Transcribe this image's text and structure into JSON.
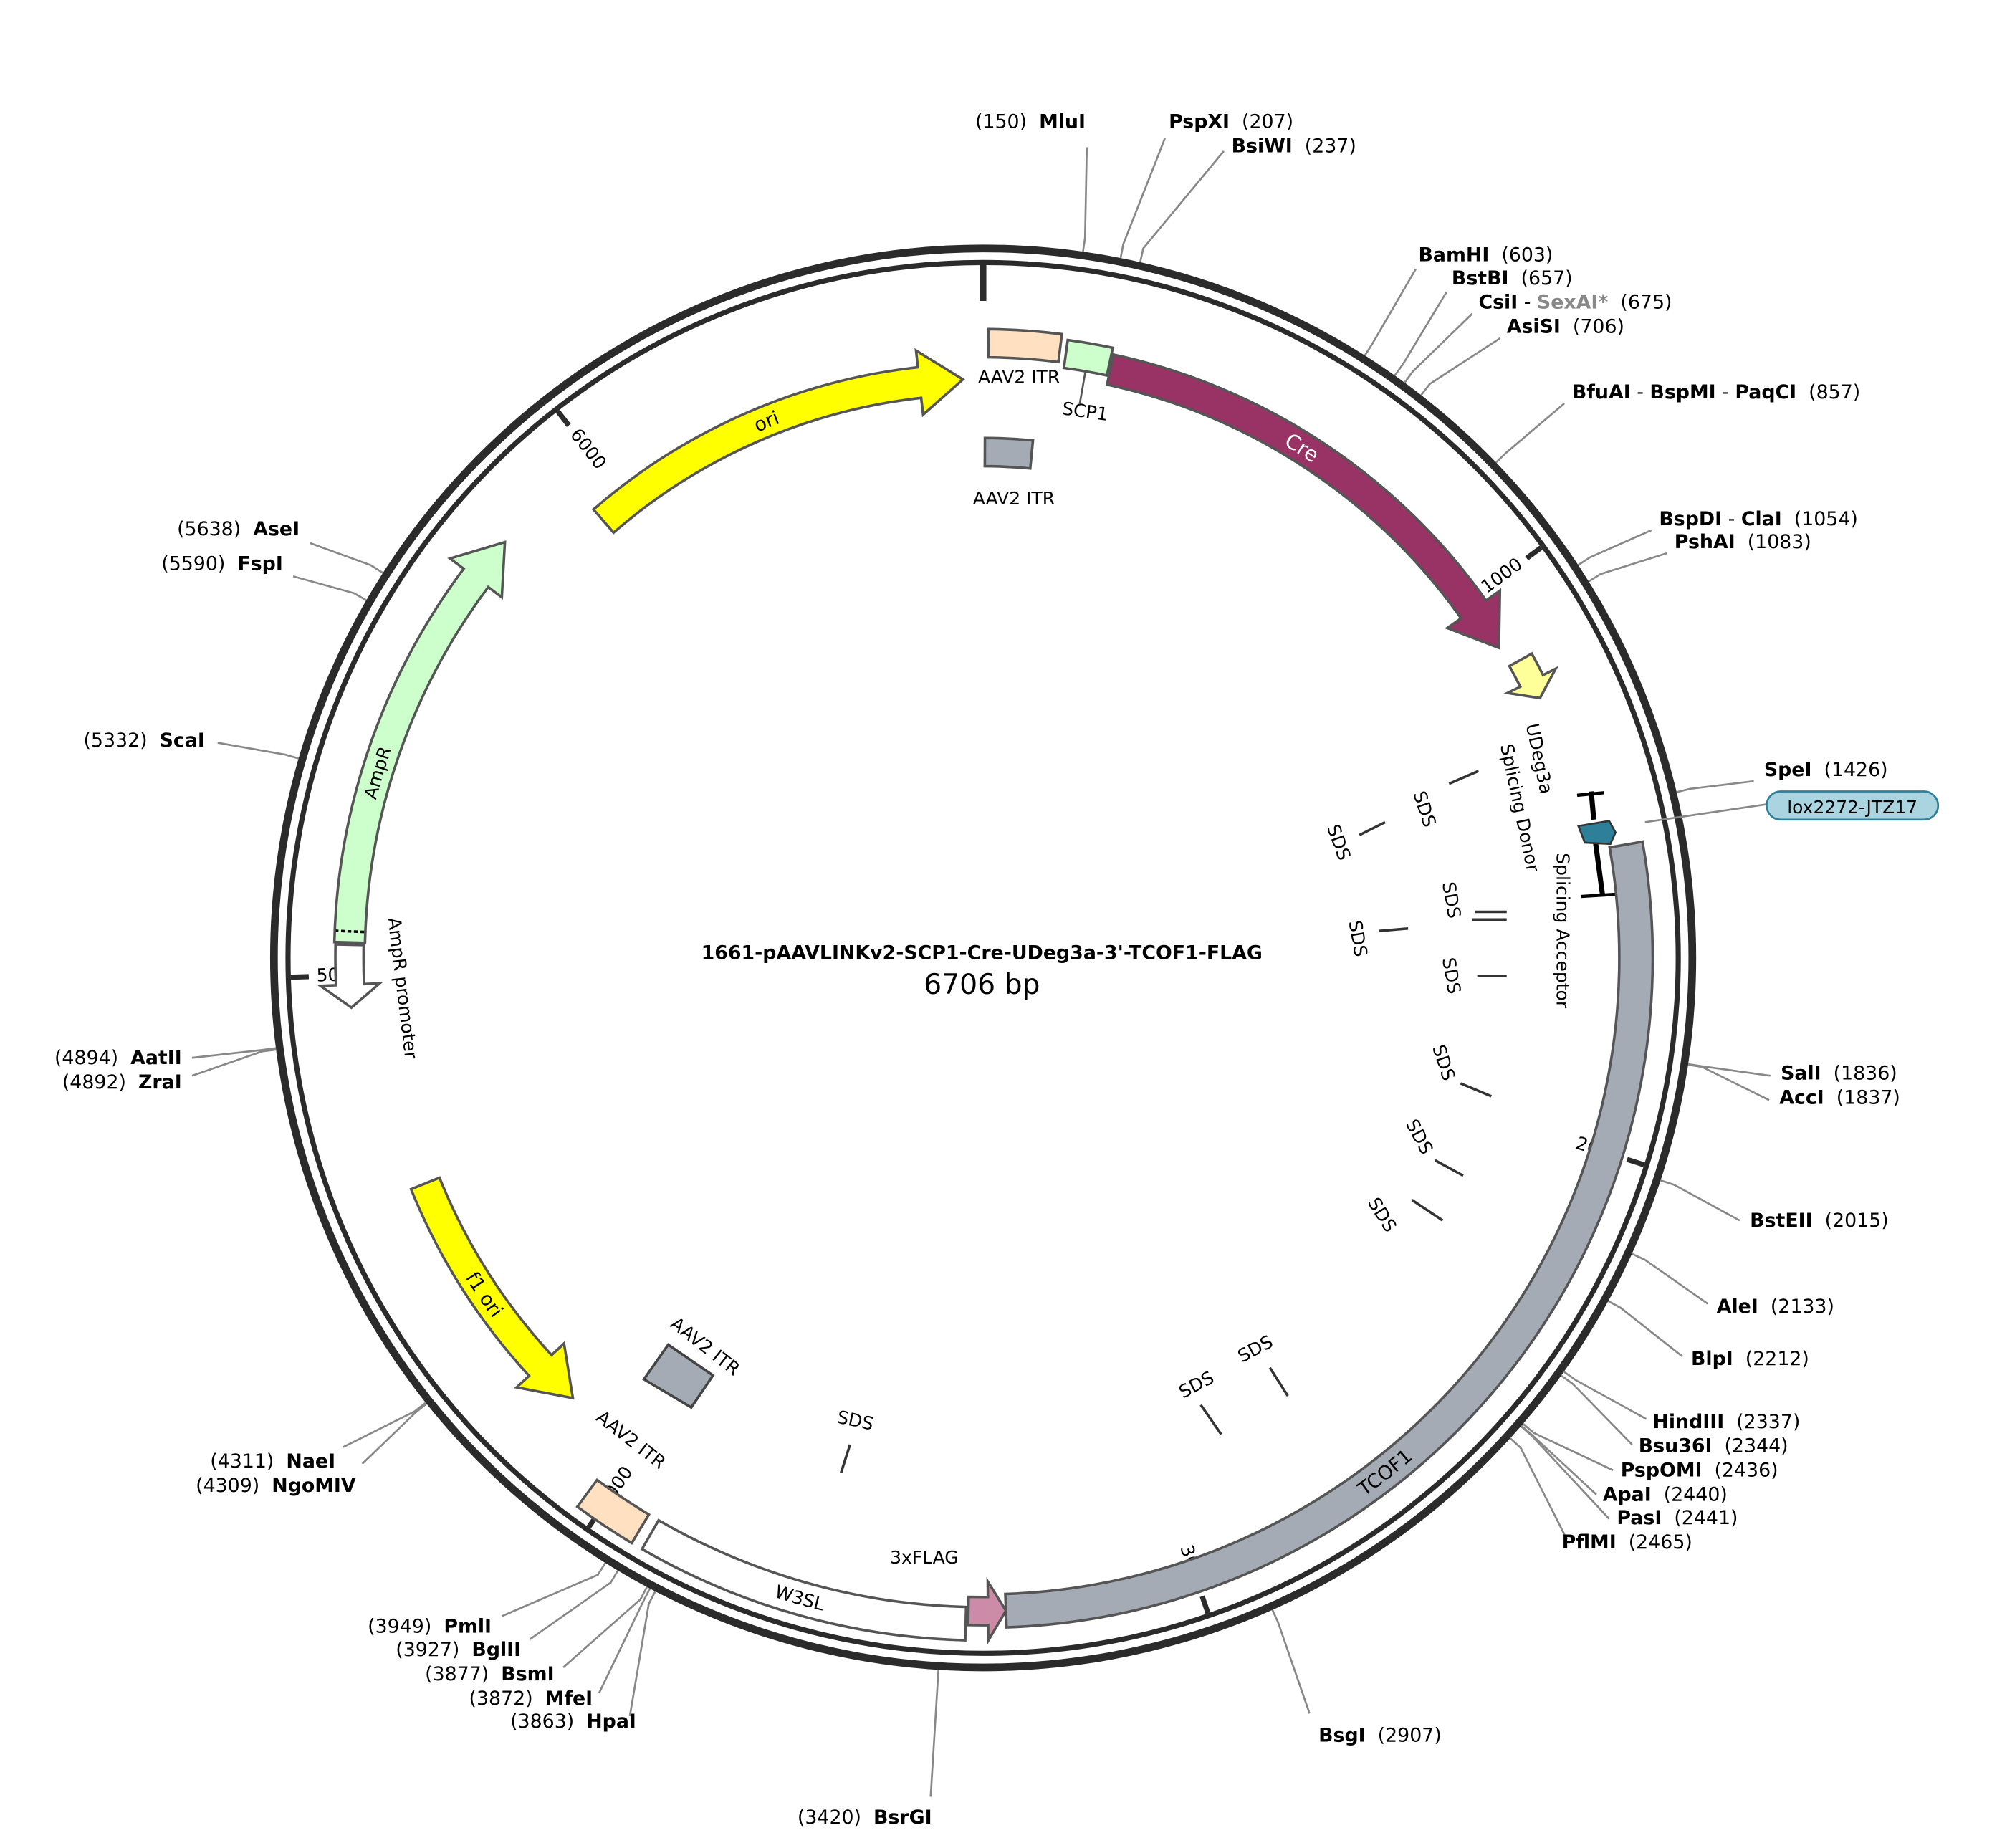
{
  "plasmid": {
    "name": "1661-pAAVLINKv2-SCP1-Cre-UDeg3a-3'-TCOF1-FLAG",
    "length_label": "6706 bp",
    "length": 6706
  },
  "ticks": [
    "1000",
    "2000",
    "3000",
    "4000",
    "5000",
    "6000"
  ],
  "features": [
    {
      "id": "ori",
      "label": "ori",
      "color": "#ffff00",
      "text_color": "#000000"
    },
    {
      "id": "aav2-itr-top",
      "label": "AAV2 ITR",
      "color": "#ffe0c0"
    },
    {
      "id": "scp1",
      "label": "SCP1",
      "color": "#ccffcc"
    },
    {
      "id": "aav2-itr-top-gray",
      "label": "AAV2 ITR",
      "color": "#a5abb4"
    },
    {
      "id": "cre",
      "label": "Cre",
      "color": "#993366",
      "text_color": "#ffffff"
    },
    {
      "id": "udeg3a",
      "label": "UDeg3a",
      "color": "#ffff99"
    },
    {
      "id": "splicing-donor",
      "label": "Splicing Donor"
    },
    {
      "id": "lox2272",
      "label": "lox2272-JTZ17",
      "color": "#2e7f9a"
    },
    {
      "id": "splicing-acceptor",
      "label": "Splicing Acceptor"
    },
    {
      "id": "tcof1",
      "label": "TCOF1",
      "color": "#a5abb4"
    },
    {
      "id": "flag",
      "label": "3xFLAG",
      "color": "#cc8ca8"
    },
    {
      "id": "w3sl",
      "label": "W3SL",
      "color": "#ffffff"
    },
    {
      "id": "aav2-itr-bottom",
      "label": "AAV2 ITR",
      "color": "#ffe0c0"
    },
    {
      "id": "aav2-itr-bottom-gray",
      "label": "AAV2 ITR",
      "color": "#a5abb4"
    },
    {
      "id": "f1-ori",
      "label": "f1 ori",
      "color": "#ffff00"
    },
    {
      "id": "ampr-promoter",
      "label": "AmpR promoter",
      "color": "#ffffff"
    },
    {
      "id": "ampr",
      "label": "AmpR",
      "color": "#ccffcc"
    }
  ],
  "sds_label": "SDS",
  "sites": [
    {
      "id": "mlui",
      "parts": [
        {
          "t": "(150)  "
        },
        {
          "t": "MluI",
          "b": true
        }
      ]
    },
    {
      "id": "pspxi",
      "parts": [
        {
          "t": "PspXI",
          "b": true
        },
        {
          "t": "  (207)"
        }
      ]
    },
    {
      "id": "bsiwi",
      "parts": [
        {
          "t": "BsiWI",
          "b": true
        },
        {
          "t": "  (237)"
        }
      ]
    },
    {
      "id": "bamhi",
      "parts": [
        {
          "t": "BamHI",
          "b": true
        },
        {
          "t": "  (603)"
        }
      ]
    },
    {
      "id": "bstbi",
      "parts": [
        {
          "t": "BstBI",
          "b": true
        },
        {
          "t": "  (657)"
        }
      ]
    },
    {
      "id": "csii",
      "parts": [
        {
          "t": "CsiI",
          "b": true
        },
        {
          "t": " - "
        },
        {
          "t": "SexAI*",
          "g": true
        },
        {
          "t": "  (675)"
        }
      ]
    },
    {
      "id": "asisi",
      "parts": [
        {
          "t": "AsiSI",
          "b": true
        },
        {
          "t": "  (706)"
        }
      ]
    },
    {
      "id": "bfuai",
      "parts": [
        {
          "t": "BfuAI",
          "b": true
        },
        {
          "t": " - "
        },
        {
          "t": "BspMI",
          "b": true
        },
        {
          "t": " - "
        },
        {
          "t": "PaqCI",
          "b": true
        },
        {
          "t": "  (857)"
        }
      ]
    },
    {
      "id": "bspdi",
      "parts": [
        {
          "t": "BspDI",
          "b": true
        },
        {
          "t": " - "
        },
        {
          "t": "ClaI",
          "b": true
        },
        {
          "t": "  (1054)"
        }
      ]
    },
    {
      "id": "pshai",
      "parts": [
        {
          "t": "PshAI",
          "b": true
        },
        {
          "t": "  (1083)"
        }
      ]
    },
    {
      "id": "spei",
      "parts": [
        {
          "t": "SpeI",
          "b": true
        },
        {
          "t": "  (1426)"
        }
      ]
    },
    {
      "id": "sali",
      "parts": [
        {
          "t": "SalI",
          "b": true
        },
        {
          "t": "  (1836)"
        }
      ]
    },
    {
      "id": "acci",
      "parts": [
        {
          "t": "AccI",
          "b": true
        },
        {
          "t": "  (1837)"
        }
      ]
    },
    {
      "id": "bsteii",
      "parts": [
        {
          "t": "BstEII",
          "b": true
        },
        {
          "t": "  (2015)"
        }
      ]
    },
    {
      "id": "alei",
      "parts": [
        {
          "t": "AleI",
          "b": true
        },
        {
          "t": "  (2133)"
        }
      ]
    },
    {
      "id": "blpi",
      "parts": [
        {
          "t": "BlpI",
          "b": true
        },
        {
          "t": "  (2212)"
        }
      ]
    },
    {
      "id": "hindiii",
      "parts": [
        {
          "t": "HindIII",
          "b": true
        },
        {
          "t": "  (2337)"
        }
      ]
    },
    {
      "id": "bsu36i",
      "parts": [
        {
          "t": "Bsu36I",
          "b": true
        },
        {
          "t": "  (2344)"
        }
      ]
    },
    {
      "id": "pspomi",
      "parts": [
        {
          "t": "PspOMI",
          "b": true
        },
        {
          "t": "  (2436)"
        }
      ]
    },
    {
      "id": "apai",
      "parts": [
        {
          "t": "ApaI",
          "b": true
        },
        {
          "t": "  (2440)"
        }
      ]
    },
    {
      "id": "pasi",
      "parts": [
        {
          "t": "PasI",
          "b": true
        },
        {
          "t": "  (2441)"
        }
      ]
    },
    {
      "id": "pflmi",
      "parts": [
        {
          "t": "PflMI",
          "b": true
        },
        {
          "t": "  (2465)"
        }
      ]
    },
    {
      "id": "bsgi",
      "parts": [
        {
          "t": "BsgI",
          "b": true
        },
        {
          "t": "  (2907)"
        }
      ]
    },
    {
      "id": "bsrgi",
      "parts": [
        {
          "t": "(3420)  "
        },
        {
          "t": "BsrGI",
          "b": true
        }
      ]
    },
    {
      "id": "hpai",
      "parts": [
        {
          "t": "(3863)  "
        },
        {
          "t": "HpaI",
          "b": true
        }
      ]
    },
    {
      "id": "mfei",
      "parts": [
        {
          "t": "(3872)  "
        },
        {
          "t": "MfeI",
          "b": true
        }
      ]
    },
    {
      "id": "bsmi",
      "parts": [
        {
          "t": "(3877)  "
        },
        {
          "t": "BsmI",
          "b": true
        }
      ]
    },
    {
      "id": "bglii",
      "parts": [
        {
          "t": "(3927)  "
        },
        {
          "t": "BglII",
          "b": true
        }
      ]
    },
    {
      "id": "pmli",
      "parts": [
        {
          "t": "(3949)  "
        },
        {
          "t": "PmlI",
          "b": true
        }
      ]
    },
    {
      "id": "ngomiv",
      "parts": [
        {
          "t": "(4309)  "
        },
        {
          "t": "NgoMIV",
          "b": true
        }
      ]
    },
    {
      "id": "naei",
      "parts": [
        {
          "t": "(4311)  "
        },
        {
          "t": "NaeI",
          "b": true
        }
      ]
    },
    {
      "id": "zrai",
      "parts": [
        {
          "t": "(4892)  "
        },
        {
          "t": "ZraI",
          "b": true
        }
      ]
    },
    {
      "id": "aatii",
      "parts": [
        {
          "t": "(4894)  "
        },
        {
          "t": "AatII",
          "b": true
        }
      ]
    },
    {
      "id": "scai",
      "parts": [
        {
          "t": "(5332)  "
        },
        {
          "t": "ScaI",
          "b": true
        }
      ]
    },
    {
      "id": "fspi",
      "parts": [
        {
          "t": "(5590)  "
        },
        {
          "t": "FspI",
          "b": true
        }
      ]
    },
    {
      "id": "asei",
      "parts": [
        {
          "t": "(5638)  "
        },
        {
          "t": "AseI",
          "b": true
        }
      ]
    }
  ]
}
